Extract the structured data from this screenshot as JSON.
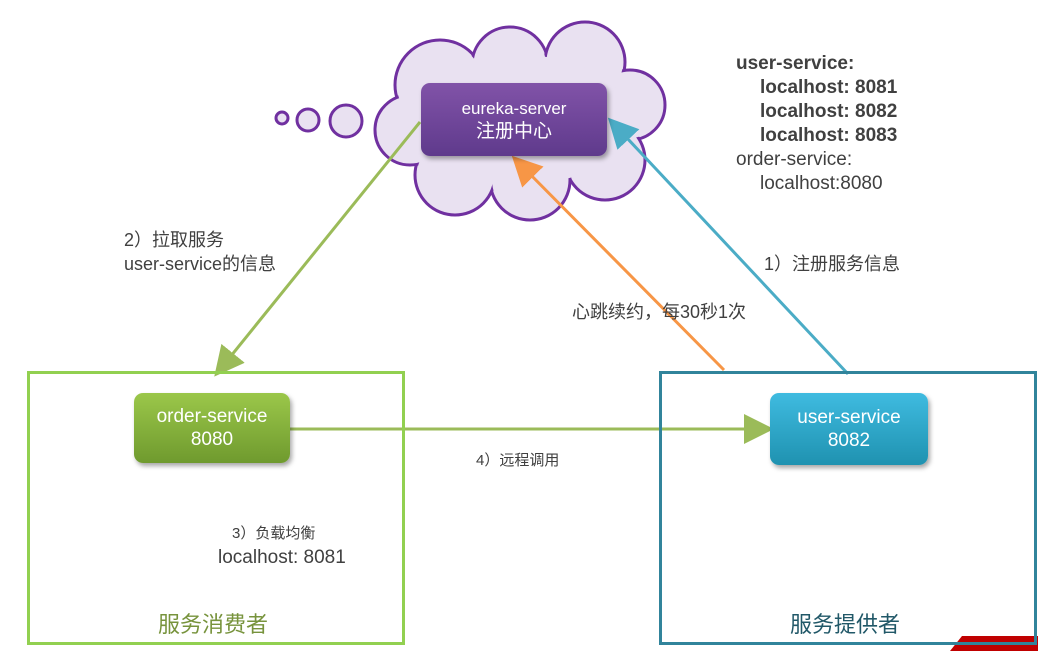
{
  "eureka": {
    "name": "eureka-server",
    "label": "注册中心"
  },
  "registry": {
    "lines": [
      "user-service:",
      "localhost: 8081",
      "localhost: 8082",
      "localhost: 8083",
      "order-service:",
      "localhost:8080"
    ]
  },
  "consumer": {
    "name": "order-service",
    "port": "8080",
    "group_label": "服务消费者"
  },
  "provider": {
    "name": "user-service",
    "port": "8082",
    "group_label": "服务提供者"
  },
  "steps": {
    "pull_1": "2）拉取服务",
    "pull_2": "user-service的信息",
    "register": "1）注册服务信息",
    "heartbeat": "心跳续约，每30秒1次",
    "remote_call": "4）远程调用",
    "lb_1": "3）负载均衡",
    "lb_2": "localhost: 8081"
  },
  "colors": {
    "purple": "#7030a0",
    "green": "#9bbb59",
    "blue": "#4bacc6",
    "orange": "#f79646",
    "provider_border": "#31849b",
    "watermark": "#c00000"
  }
}
